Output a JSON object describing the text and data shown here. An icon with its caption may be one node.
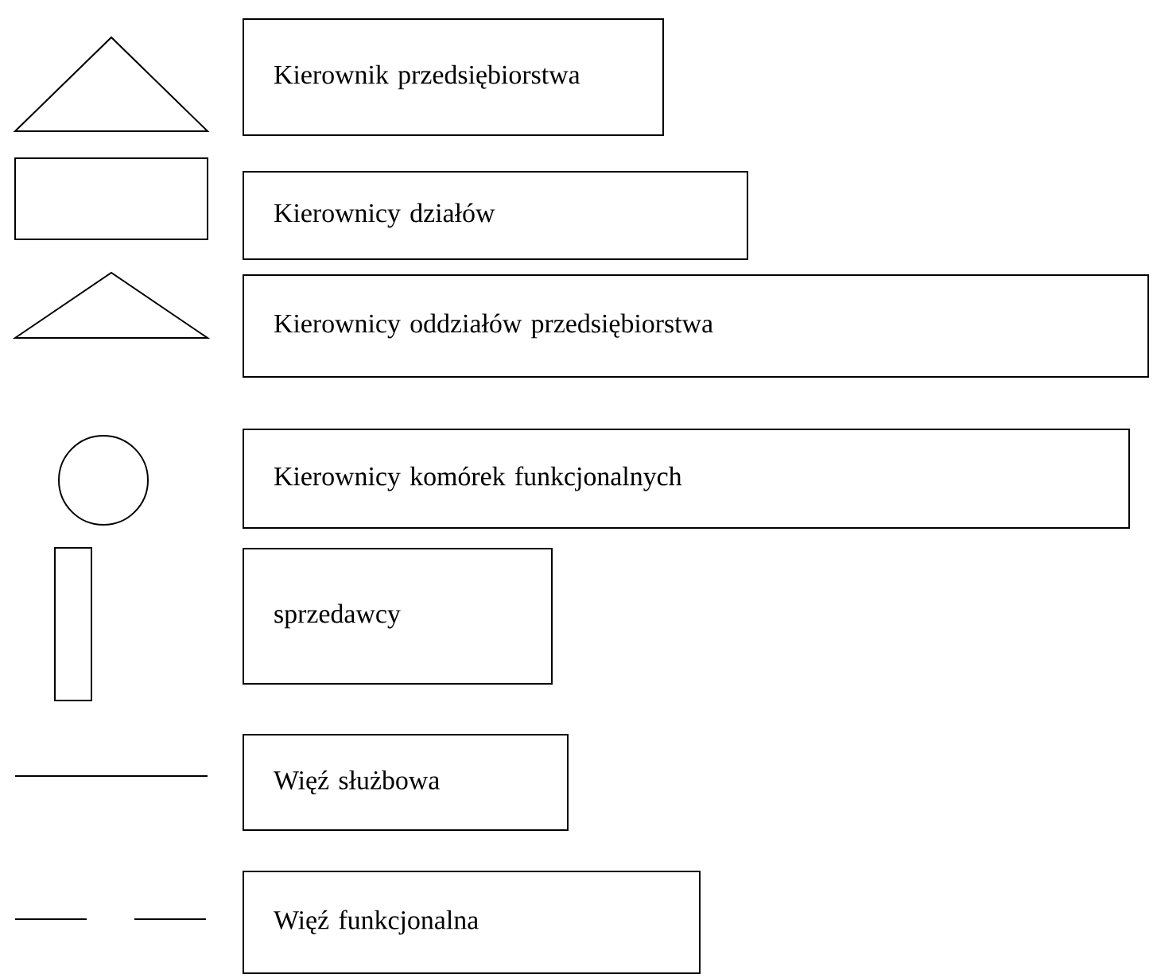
{
  "diagram": {
    "nodes": [
      {
        "text": [],
        "shape": "triangle"
      },
      {
        "text": [
          "Kierownik przedsiębiorstwa"
        ]
      },
      {
        "text": [],
        "shape": "box"
      },
      {
        "text": [
          "Kierownicy działów"
        ]
      },
      {
        "text": [],
        "shape": "triangle"
      },
      {
        "text": [
          "Kierownicy oddziałów przedsiębiorstwa"
        ]
      },
      {
        "text": [],
        "shape": "circle"
      },
      {
        "text": [
          "Kierownicy komórek funkcjonalnych"
        ]
      },
      {
        "text": [],
        "shape": "bar"
      },
      {
        "text": [
          "sprzedawcy"
        ]
      },
      {
        "text": [],
        "shape": "line"
      },
      {
        "text": [
          "Więź służbowa"
        ]
      },
      {
        "text": [],
        "shape": "dashes"
      },
      {
        "text": [
          "Więź funkcjonalna"
        ]
      }
    ]
  }
}
